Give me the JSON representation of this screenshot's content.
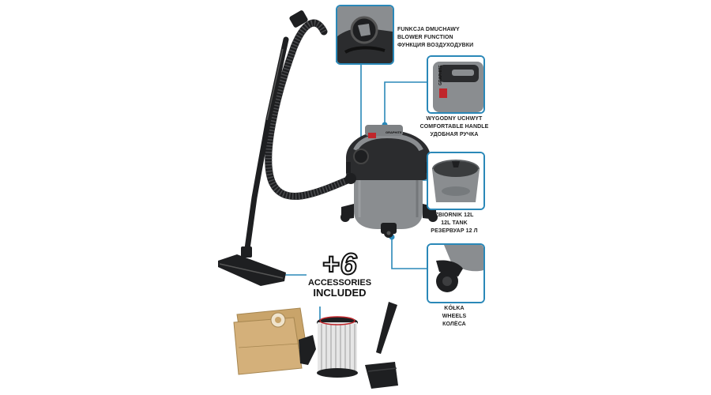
{
  "accent_color": "#2a88b8",
  "body_color": "#8a8d90",
  "dark_color": "#1e1f21",
  "callouts": {
    "blower": {
      "icon": "blower-port-icon",
      "pl": "FUNKCJA DMUCHAWY",
      "en": "BLOWER FUNCTION",
      "ru": "ФУНКЦИЯ ВОЗДУХОДУВКИ"
    },
    "handle": {
      "icon": "handle-icon",
      "pl": "WYGODNY UCHWYT",
      "en": "COMFORTABLE HANDLE",
      "ru": "УДОБНАЯ РУЧКА"
    },
    "tank": {
      "icon": "tank-icon",
      "pl": "ZBIORNIK 12L",
      "en": "12L TANK",
      "ru": "РЕЗЕРВУАР 12 Л"
    },
    "wheels": {
      "icon": "wheel-icon",
      "pl": "KÓŁKA",
      "en": "WHEELS",
      "ru": "КОЛЁСА"
    }
  },
  "handle_brand": "GRAPHITE",
  "accessories": {
    "count": "+6",
    "line1": "ACCESSORIES",
    "line2": "INCLUDED"
  }
}
